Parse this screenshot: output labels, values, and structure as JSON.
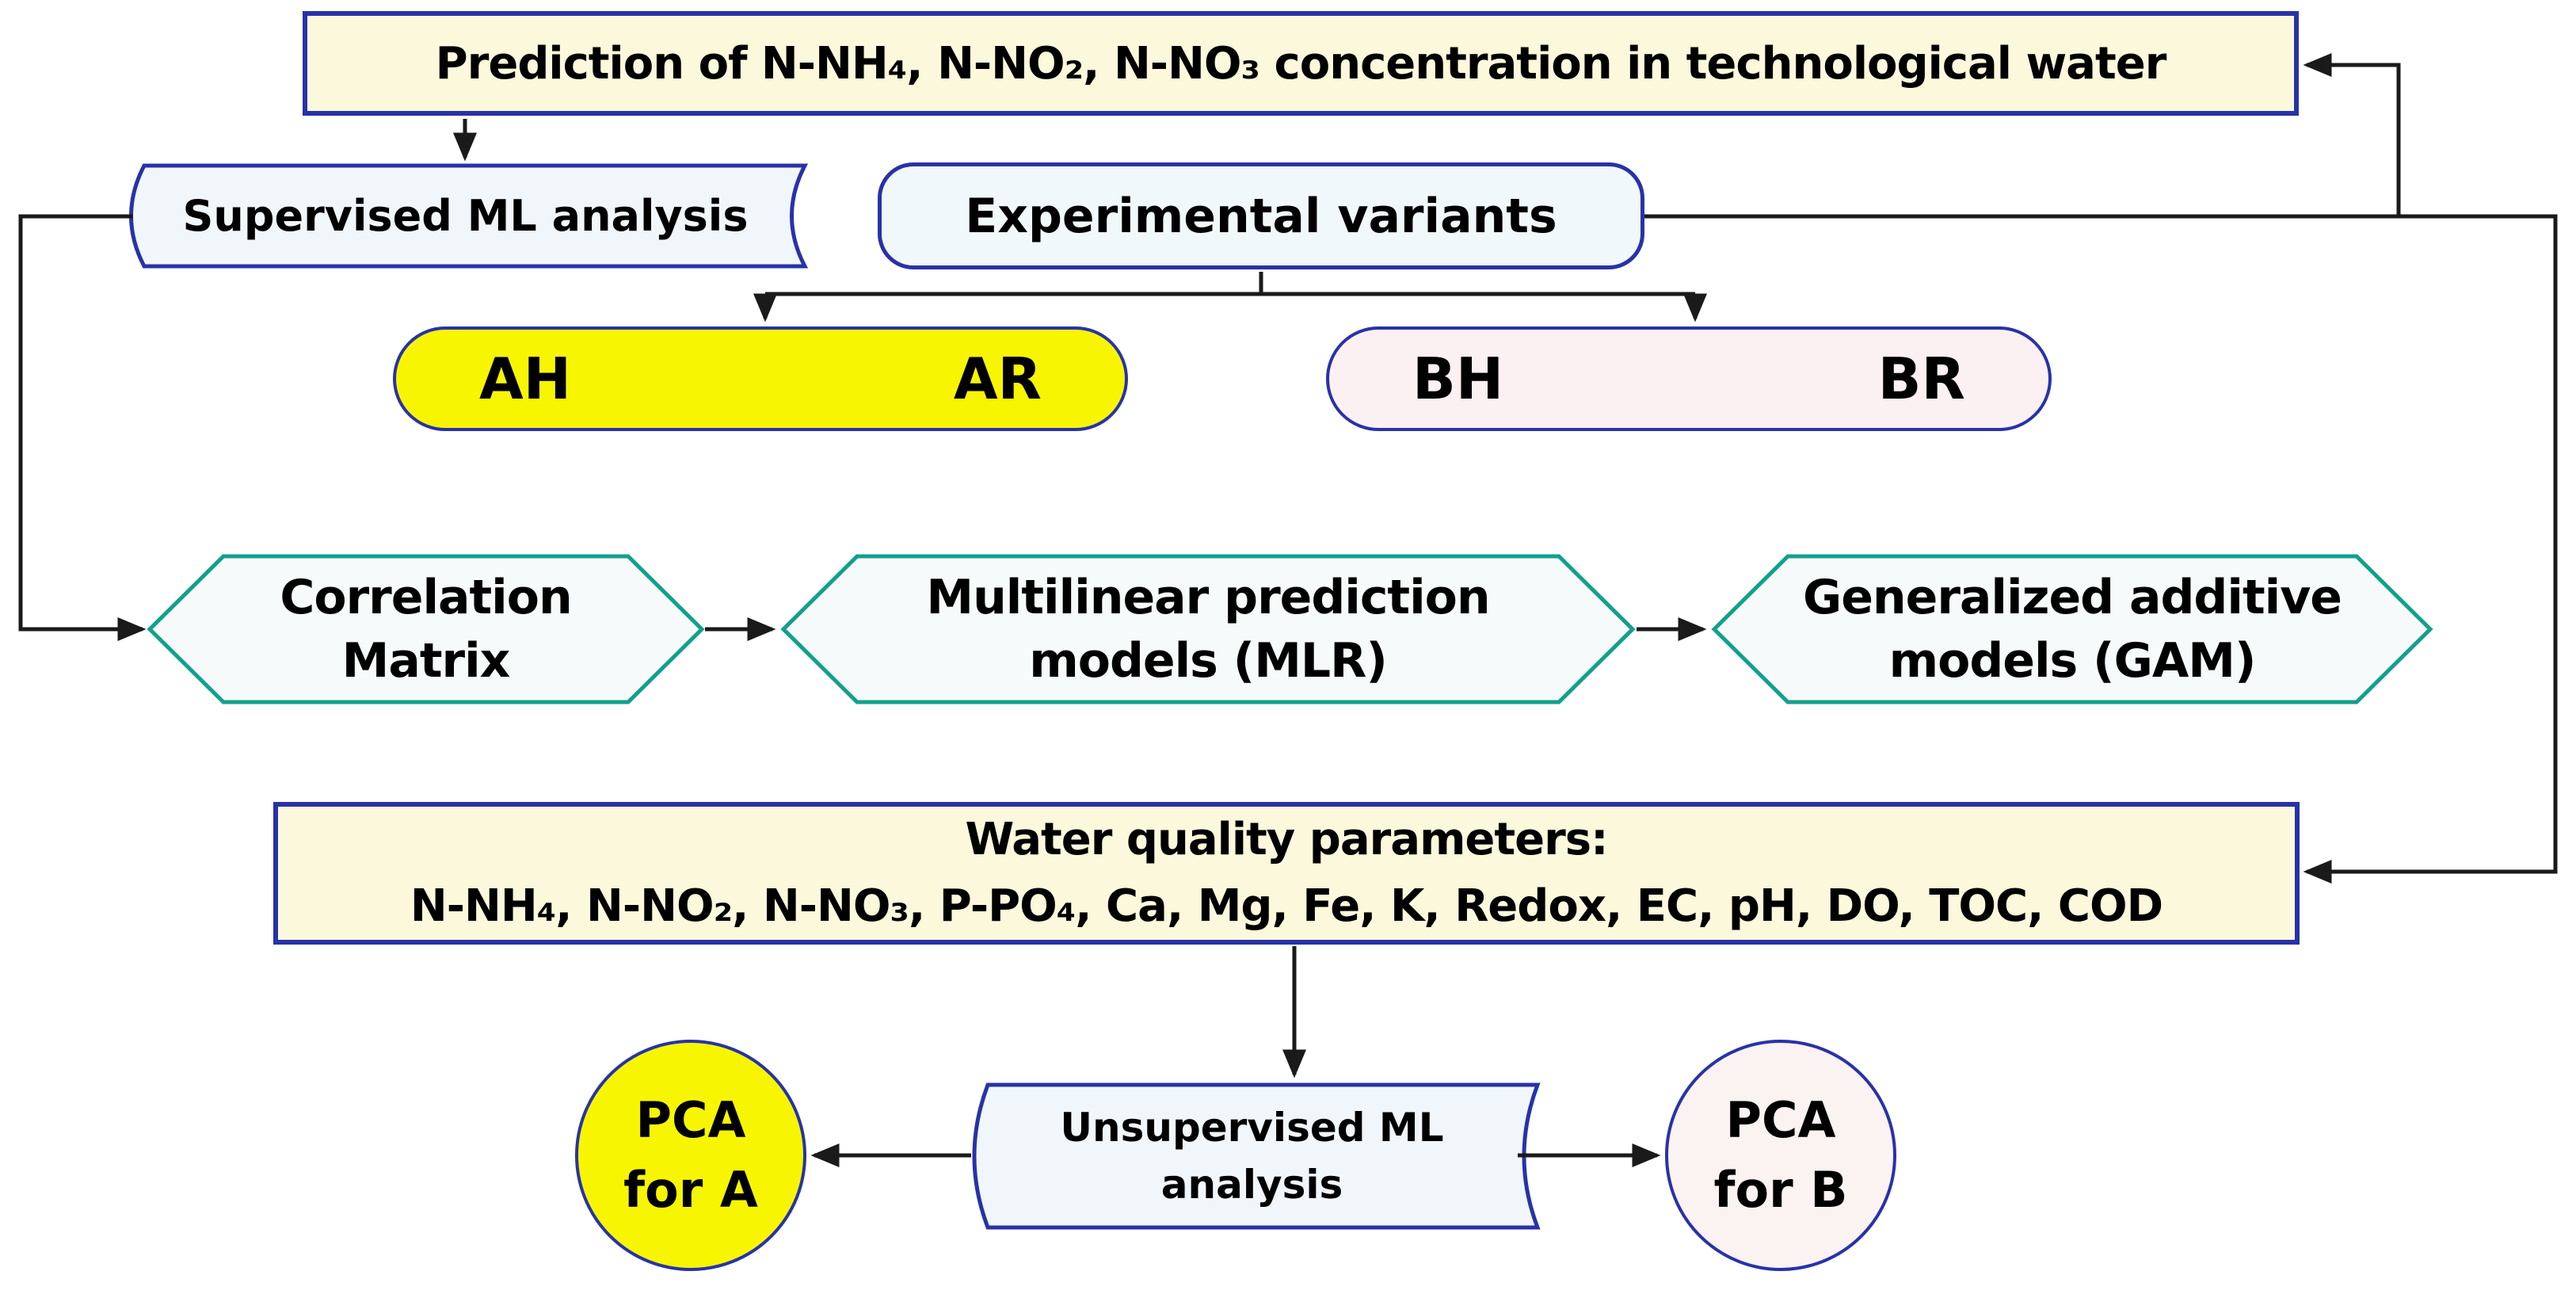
{
  "flowchart": {
    "nodes": {
      "prediction": {
        "label": "Prediction of  N-NH₄, N-NO₂, N-NO₃ concentration in technological water"
      },
      "supervised": {
        "label": "Supervised ML analysis"
      },
      "experimental": {
        "label": "Experimental variants"
      },
      "group_a": {
        "left_label": "AH",
        "right_label": "AR"
      },
      "group_b": {
        "left_label": "BH",
        "right_label": "BR"
      },
      "correlation": {
        "line1": "Correlation",
        "line2": "Matrix"
      },
      "mlr": {
        "line1": "Multilinear prediction",
        "line2": "models (MLR)"
      },
      "gam": {
        "line1": "Generalized additive",
        "line2": "models (GAM)"
      },
      "water_quality": {
        "line1": "Water quality parameters:",
        "line2": "N-NH₄, N-NO₂, N-NO₃, P-PO₄, Ca, Mg, Fe, K, Redox, EC, pH, DO, TOC, COD"
      },
      "unsupervised": {
        "line1": "Unsupervised ML",
        "line2": "analysis"
      },
      "pca_a": {
        "line1": "PCA",
        "line2": "for A"
      },
      "pca_b": {
        "line1": "PCA",
        "line2": "for B"
      }
    },
    "colors": {
      "node_border_navy": "#2832A8",
      "hexagon_border_teal": "#12A08C",
      "cream_fill": "#FBF8DC",
      "light_blue_fill": "#F1F6FB",
      "hexagon_fill": "#F6FAFA",
      "yellow_fill": "#F7F600",
      "pink_fill": "#FBF0F2",
      "arrow_color": "#1A1A1A",
      "text_color": "#000000"
    }
  }
}
